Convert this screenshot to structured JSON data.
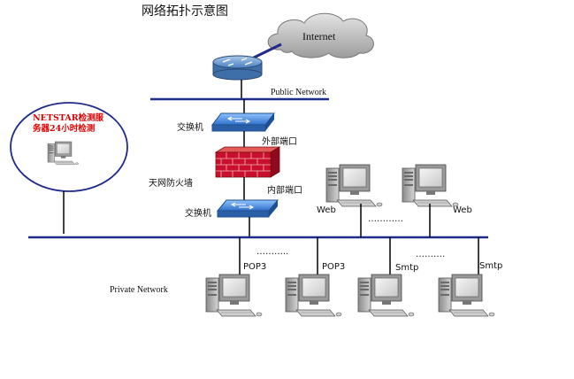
{
  "title": "网络拓扑示意图",
  "cloud_label": "Internet",
  "public_network_label": "Public Network",
  "private_network_label": "Private Network",
  "switch_top_label": "交换机",
  "switch_bottom_label": "交换机",
  "external_port_label": "外部端口",
  "internal_port_label": "内部端口",
  "firewall_label": "天网防火墙",
  "monitor_text_line1": "NETSTAR检测服",
  "monitor_text_line2": "务器24小时检测",
  "web_label_1": "Web",
  "web_label_2": "Web",
  "pop3_label_1": "POP3",
  "pop3_label_2": "POP3",
  "smtp_label_1": "Smtp",
  "smtp_label_2": "Smtp",
  "ellipsis_web": "…………",
  "ellipsis_pop3": "………..",
  "ellipsis_smtp": "……….",
  "colors": {
    "firewall": "#c8102e",
    "monitor_text": "#e00000",
    "switch": "#3a7bd5",
    "router": "#5b8fc7",
    "cloud": "#b9b9b9"
  }
}
